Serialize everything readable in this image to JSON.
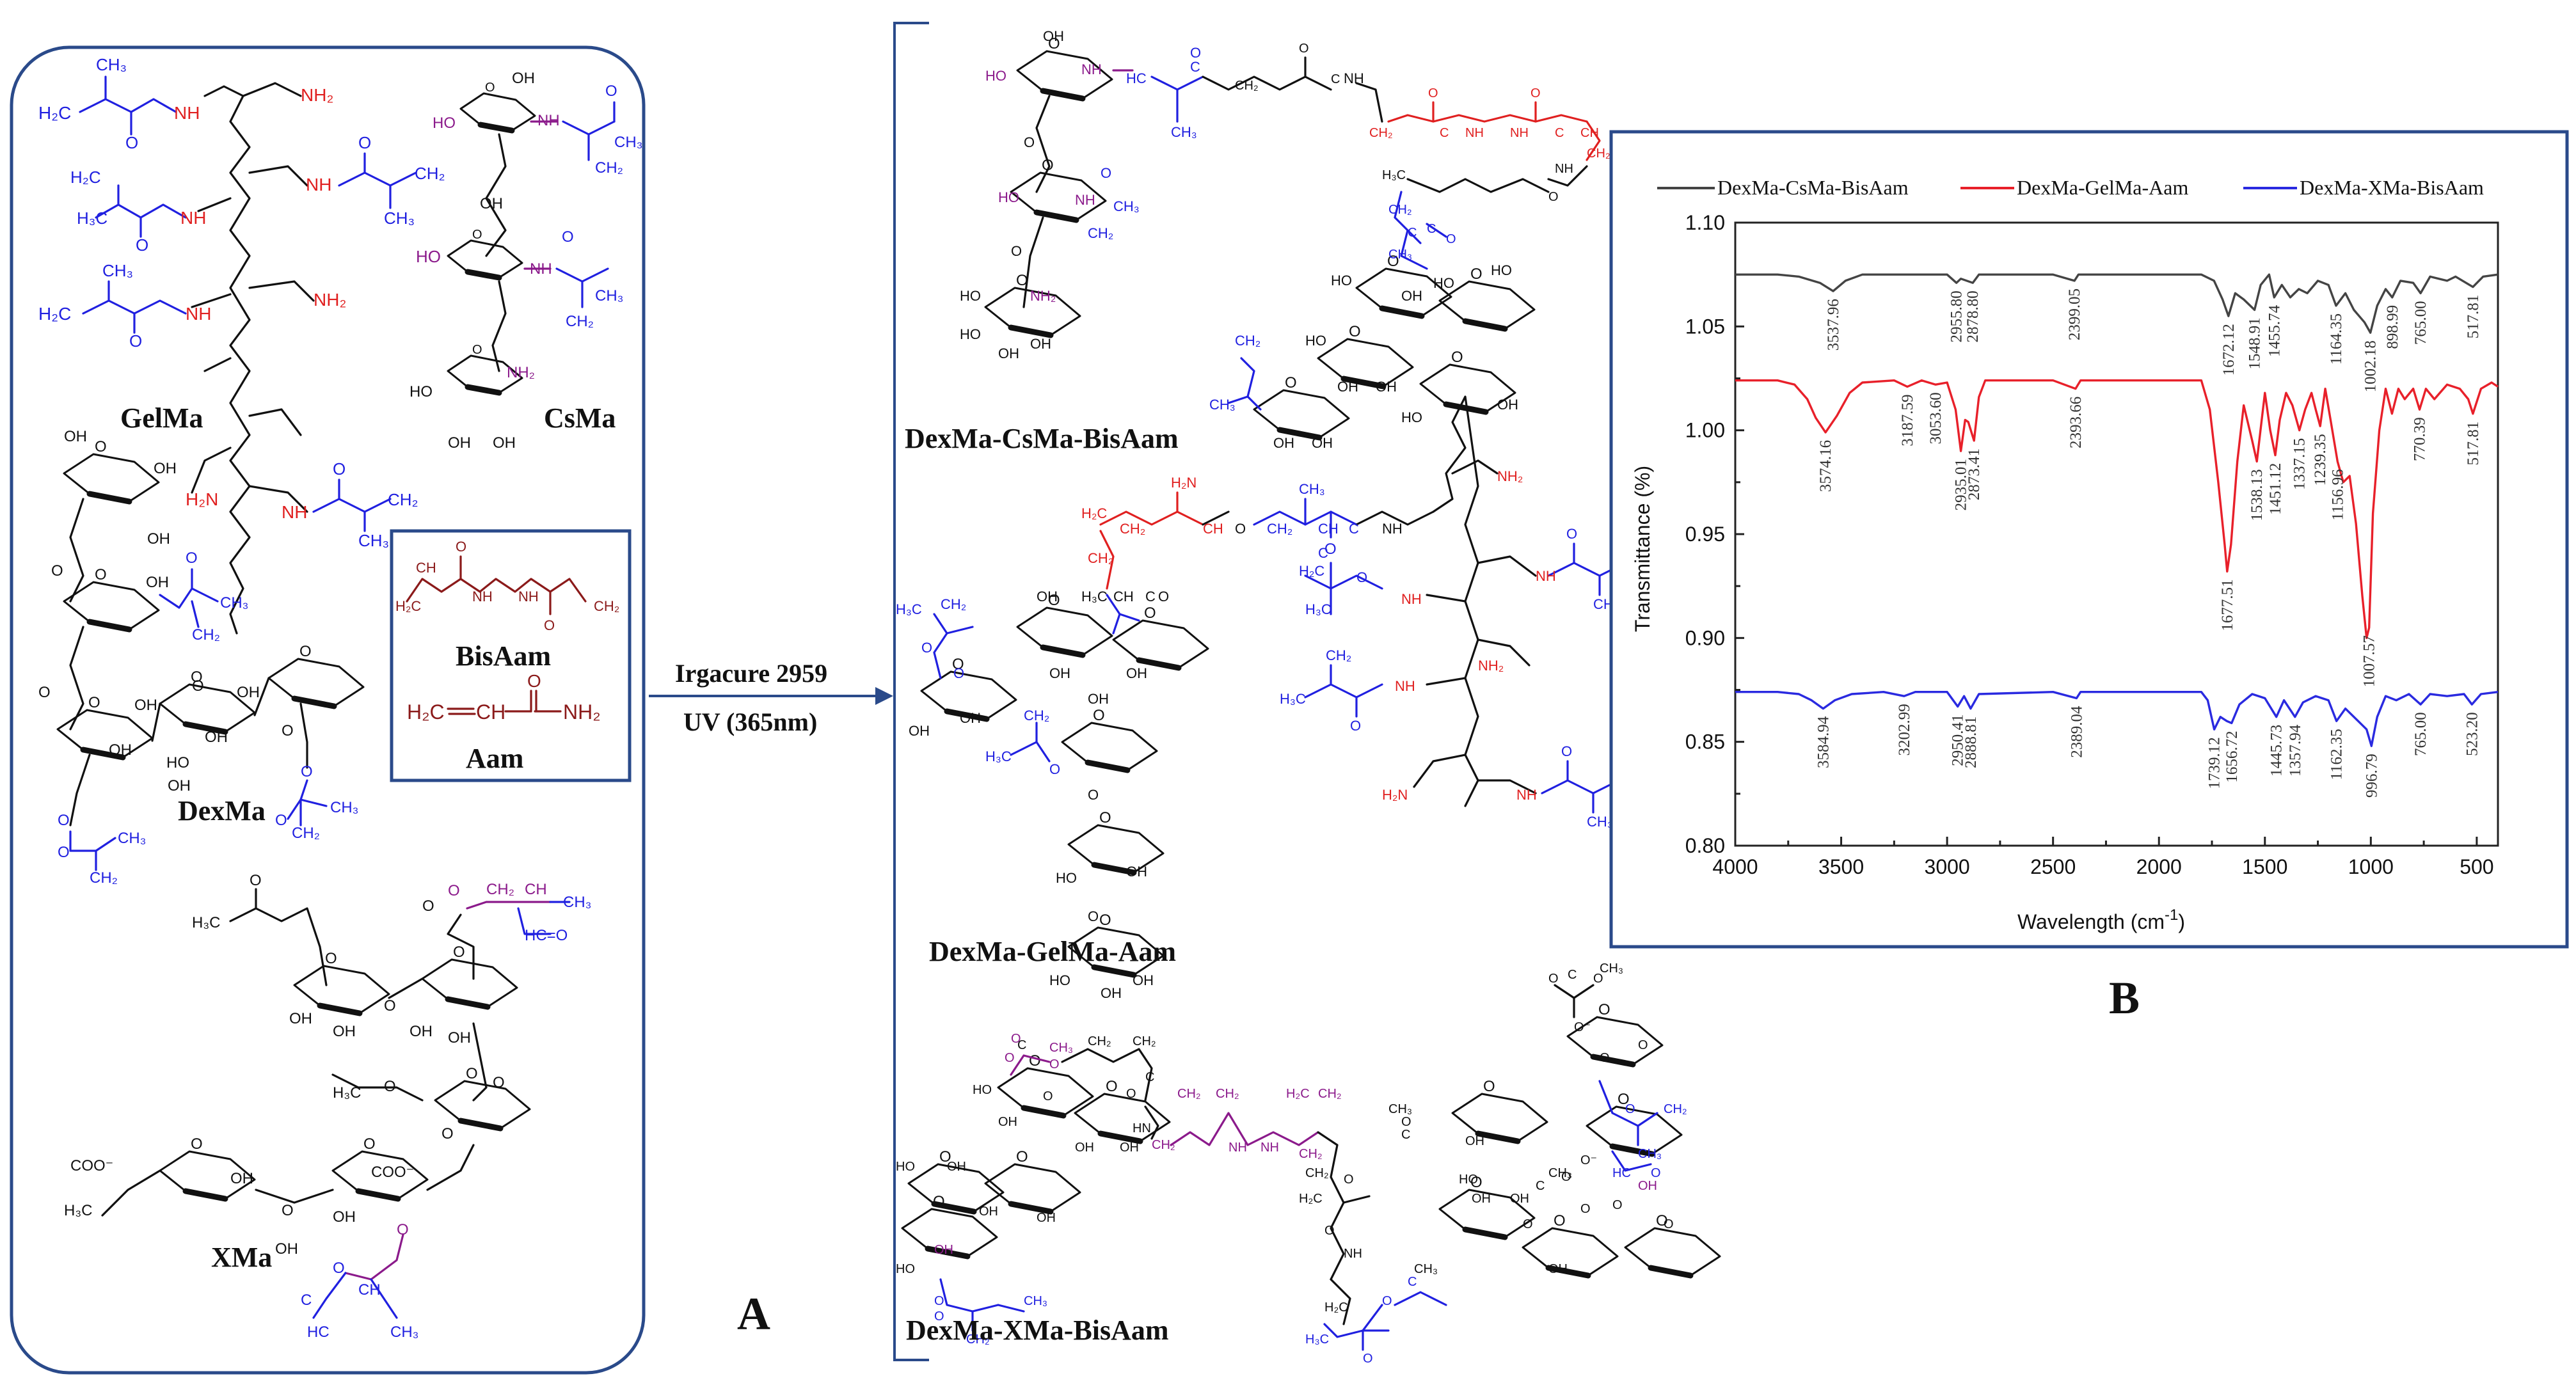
{
  "colors": {
    "black": "#111111",
    "red": "#e02020",
    "blue": "#2020e0",
    "purple": "#8b1a8b",
    "darkred": "#8b1a1a",
    "frame_blue": "#2a4a8a",
    "csma_series": "#444444",
    "gelma_series": "#e8202a",
    "xma_series": "#2a2ae0"
  },
  "panel_a": {
    "panel_label": "A",
    "monomers": {
      "gelma": "GelMa",
      "csma": "CsMa",
      "dexma": "DexMa",
      "xma": "XMa",
      "bisaam": "BisAam",
      "aam": "Aam"
    },
    "reaction": {
      "initiator": "Irgacure 2959",
      "condition": "UV (365nm)"
    },
    "products": {
      "p1": "DexMa-CsMa-BisAam",
      "p2": "DexMa-GelMa-Aam",
      "p3": "DexMa-XMa-BisAam"
    },
    "atoms": {
      "nh2": "NH2",
      "nh": "NH",
      "h2c": "H2C",
      "ch2": "CH2",
      "ch3": "CH3",
      "h3c": "H3C",
      "oh": "OH",
      "ho": "HO",
      "o": "O",
      "c": "C",
      "coo": "COO⁻",
      "hc": "HC",
      "ch": "CH",
      "hco": "HC=O",
      "aam_formula_left": "H2C",
      "aam_formula_mid": "CH",
      "aam_formula_right": "NH2"
    }
  },
  "panel_b": {
    "panel_label": "B",
    "legend_entries": [
      "DexMa-CsMa-BisAam",
      "DexMa-GelMa-Aam",
      "DexMa-XMa-BisAam"
    ]
  },
  "chart_data": {
    "type": "line",
    "title": "",
    "xlabel": "Wavelength (cm-1)",
    "ylabel": "Transmittance (%)",
    "xlim": [
      4000,
      400
    ],
    "ylim": [
      0.8,
      1.1
    ],
    "x_ticks": [
      4000,
      3500,
      3000,
      2500,
      2000,
      1500,
      1000,
      500
    ],
    "y_ticks": [
      "0.80",
      "0.85",
      "0.90",
      "0.95",
      "1.00",
      "1.05",
      "1.10"
    ],
    "legend_position": "top",
    "grid": false,
    "series": [
      {
        "name": "DexMa-CsMa-BisAam",
        "color": "#444444",
        "points": [
          [
            4000,
            1.075
          ],
          [
            3800,
            1.075
          ],
          [
            3700,
            1.074
          ],
          [
            3600,
            1.071
          ],
          [
            3538,
            1.067
          ],
          [
            3480,
            1.072
          ],
          [
            3400,
            1.075
          ],
          [
            3000,
            1.075
          ],
          [
            2956,
            1.071
          ],
          [
            2935,
            1.073
          ],
          [
            2879,
            1.071
          ],
          [
            2850,
            1.075
          ],
          [
            2500,
            1.075
          ],
          [
            2399,
            1.072
          ],
          [
            2380,
            1.075
          ],
          [
            1800,
            1.075
          ],
          [
            1740,
            1.072
          ],
          [
            1700,
            1.063
          ],
          [
            1672,
            1.055
          ],
          [
            1640,
            1.066
          ],
          [
            1600,
            1.063
          ],
          [
            1549,
            1.058
          ],
          [
            1520,
            1.07
          ],
          [
            1480,
            1.075
          ],
          [
            1456,
            1.064
          ],
          [
            1420,
            1.07
          ],
          [
            1380,
            1.064
          ],
          [
            1340,
            1.068
          ],
          [
            1300,
            1.066
          ],
          [
            1250,
            1.072
          ],
          [
            1200,
            1.07
          ],
          [
            1164,
            1.06
          ],
          [
            1120,
            1.066
          ],
          [
            1080,
            1.058
          ],
          [
            1030,
            1.052
          ],
          [
            1002,
            1.047
          ],
          [
            970,
            1.06
          ],
          [
            930,
            1.068
          ],
          [
            899,
            1.064
          ],
          [
            860,
            1.072
          ],
          [
            800,
            1.071
          ],
          [
            765,
            1.066
          ],
          [
            720,
            1.074
          ],
          [
            640,
            1.072
          ],
          [
            600,
            1.074
          ],
          [
            518,
            1.069
          ],
          [
            470,
            1.074
          ],
          [
            400,
            1.075
          ]
        ]
      },
      {
        "name": "DexMa-GelMa-Aam",
        "color": "#e8202a",
        "points": [
          [
            4000,
            1.024
          ],
          [
            3800,
            1.024
          ],
          [
            3720,
            1.022
          ],
          [
            3660,
            1.015
          ],
          [
            3620,
            1.006
          ],
          [
            3574,
            0.999
          ],
          [
            3520,
            1.007
          ],
          [
            3460,
            1.018
          ],
          [
            3400,
            1.023
          ],
          [
            3250,
            1.024
          ],
          [
            3188,
            1.021
          ],
          [
            3120,
            1.024
          ],
          [
            3054,
            1.022
          ],
          [
            3000,
            1.023
          ],
          [
            2960,
            1.01
          ],
          [
            2935,
            0.99
          ],
          [
            2915,
            1.005
          ],
          [
            2900,
            1.004
          ],
          [
            2873,
            0.995
          ],
          [
            2850,
            1.016
          ],
          [
            2820,
            1.024
          ],
          [
            2500,
            1.024
          ],
          [
            2394,
            1.02
          ],
          [
            2370,
            1.024
          ],
          [
            1800,
            1.024
          ],
          [
            1760,
            1.01
          ],
          [
            1720,
            0.975
          ],
          [
            1690,
            0.945
          ],
          [
            1678,
            0.932
          ],
          [
            1660,
            0.945
          ],
          [
            1630,
            0.985
          ],
          [
            1600,
            1.012
          ],
          [
            1560,
            0.995
          ],
          [
            1538,
            0.985
          ],
          [
            1515,
            1.005
          ],
          [
            1500,
            1.018
          ],
          [
            1475,
            1.0
          ],
          [
            1451,
            0.988
          ],
          [
            1430,
            1.005
          ],
          [
            1400,
            1.018
          ],
          [
            1370,
            1.012
          ],
          [
            1337,
            1.0
          ],
          [
            1310,
            1.01
          ],
          [
            1280,
            1.018
          ],
          [
            1260,
            1.01
          ],
          [
            1239,
            1.002
          ],
          [
            1215,
            1.02
          ],
          [
            1190,
            1.005
          ],
          [
            1157,
            0.985
          ],
          [
            1130,
            0.975
          ],
          [
            1100,
            0.978
          ],
          [
            1070,
            0.955
          ],
          [
            1040,
            0.92
          ],
          [
            1020,
            0.9
          ],
          [
            1008,
            0.905
          ],
          [
            990,
            0.96
          ],
          [
            960,
            1.0
          ],
          [
            930,
            1.02
          ],
          [
            900,
            1.008
          ],
          [
            870,
            1.02
          ],
          [
            840,
            1.015
          ],
          [
            800,
            1.02
          ],
          [
            770,
            1.01
          ],
          [
            740,
            1.02
          ],
          [
            700,
            1.015
          ],
          [
            640,
            1.022
          ],
          [
            580,
            1.02
          ],
          [
            540,
            1.015
          ],
          [
            518,
            1.008
          ],
          [
            480,
            1.02
          ],
          [
            430,
            1.023
          ],
          [
            400,
            1.021
          ]
        ]
      },
      {
        "name": "DexMa-XMa-BisAam",
        "color": "#2a2ae0",
        "points": [
          [
            4000,
            0.874
          ],
          [
            3800,
            0.874
          ],
          [
            3700,
            0.873
          ],
          [
            3640,
            0.87
          ],
          [
            3585,
            0.866
          ],
          [
            3530,
            0.87
          ],
          [
            3450,
            0.873
          ],
          [
            3300,
            0.874
          ],
          [
            3203,
            0.872
          ],
          [
            3150,
            0.874
          ],
          [
            3000,
            0.874
          ],
          [
            2950,
            0.867
          ],
          [
            2920,
            0.872
          ],
          [
            2889,
            0.866
          ],
          [
            2850,
            0.873
          ],
          [
            2500,
            0.874
          ],
          [
            2389,
            0.871
          ],
          [
            2370,
            0.874
          ],
          [
            1800,
            0.874
          ],
          [
            1770,
            0.87
          ],
          [
            1739,
            0.856
          ],
          [
            1710,
            0.862
          ],
          [
            1680,
            0.86
          ],
          [
            1657,
            0.859
          ],
          [
            1620,
            0.868
          ],
          [
            1560,
            0.873
          ],
          [
            1500,
            0.871
          ],
          [
            1446,
            0.862
          ],
          [
            1410,
            0.87
          ],
          [
            1358,
            0.862
          ],
          [
            1320,
            0.869
          ],
          [
            1260,
            0.872
          ],
          [
            1200,
            0.87
          ],
          [
            1162,
            0.86
          ],
          [
            1120,
            0.866
          ],
          [
            1060,
            0.86
          ],
          [
            1020,
            0.856
          ],
          [
            997,
            0.848
          ],
          [
            970,
            0.862
          ],
          [
            930,
            0.872
          ],
          [
            880,
            0.87
          ],
          [
            820,
            0.873
          ],
          [
            765,
            0.868
          ],
          [
            720,
            0.873
          ],
          [
            640,
            0.872
          ],
          [
            560,
            0.873
          ],
          [
            523,
            0.868
          ],
          [
            480,
            0.873
          ],
          [
            400,
            0.874
          ]
        ]
      }
    ],
    "annotations": [
      {
        "series": "DexMa-CsMa-BisAam",
        "labels": [
          "3537.96",
          "2955.80",
          "2878.80",
          "2399.05",
          "1672.12",
          "1548.91",
          "1455.74",
          "1164.35",
          "1002.18",
          "898.99",
          "765.00",
          "517.81"
        ],
        "x": [
          3538,
          2956,
          2879,
          2399,
          1672,
          1549,
          1456,
          1164,
          1002,
          899,
          765,
          518
        ]
      },
      {
        "series": "DexMa-GelMa-Aam",
        "labels": [
          "3574.16",
          "3187.59",
          "3053.60",
          "2935.01",
          "2873.41",
          "2393.66",
          "1677.51",
          "1538.13",
          "1451.12",
          "1337.15",
          "1239.35",
          "1156.96",
          "1007.57",
          "770.39",
          "517.81"
        ],
        "x": [
          3574,
          3188,
          3054,
          2935,
          2873,
          2394,
          1678,
          1538,
          1451,
          1337,
          1239,
          1157,
          1008,
          770,
          518
        ]
      },
      {
        "series": "DexMa-XMa-BisAam",
        "labels": [
          "3584.94",
          "3202.99",
          "2950.41",
          "2888.81",
          "2389.04",
          "1739.12",
          "1656.72",
          "1445.73",
          "1357.94",
          "1162.35",
          "996.79",
          "765.00",
          "523.20"
        ],
        "x": [
          3585,
          3203,
          2950,
          2889,
          2389,
          1739,
          1657,
          1446,
          1358,
          1162,
          997,
          765,
          523
        ]
      }
    ]
  }
}
